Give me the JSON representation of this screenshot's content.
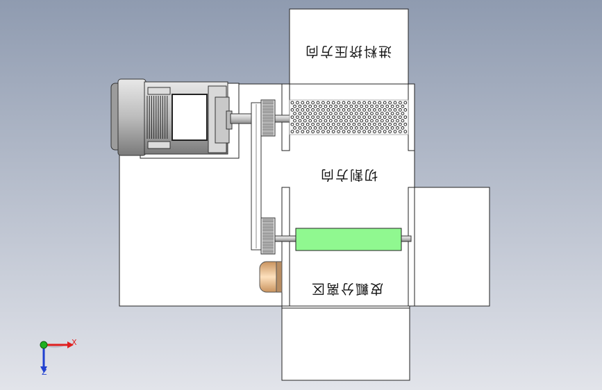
{
  "labels": {
    "feed_direction": "进料挤压方向",
    "cut_direction": "切割方向",
    "separation_zone": "皮瓤分离区"
  },
  "axes": {
    "x_label": "X",
    "z_label": "Z"
  },
  "colors": {
    "background_top": "#8f9bb0",
    "background_bottom": "#e2e4ea",
    "panel_fill": "#ffffff",
    "blade_fill": "#90f890",
    "roller_fill": "#f3c79d",
    "axis_x": "#e02020",
    "axis_y": "#20b020",
    "axis_z": "#2040d0"
  },
  "icons": [
    "motor-icon",
    "gear-icon",
    "axis-triad-icon"
  ]
}
